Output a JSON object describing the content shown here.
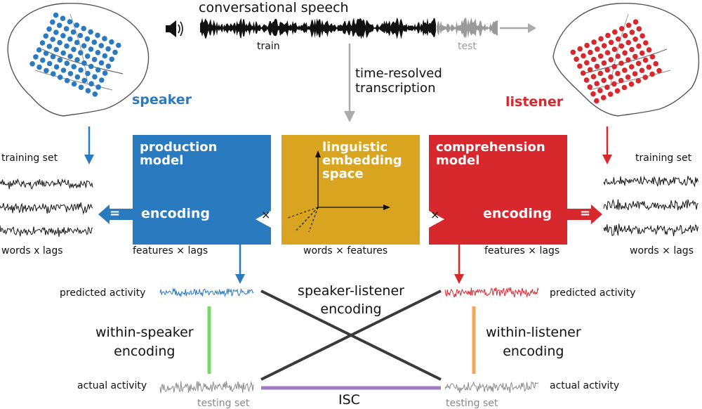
{
  "top": {
    "title": "conversational speech",
    "train_label": "train",
    "test_label": "test",
    "transcription_label": "time-resolved\ntranscription"
  },
  "speaker": {
    "label": "speaker",
    "training_set_label": "training set",
    "words_lags_label": "words x lags",
    "box_title": "production\nmodel",
    "encoding_label": "encoding",
    "equals_symbol": "=",
    "times_symbol": "×",
    "features_lags_label": "features × lags",
    "predicted_label": "predicted activity",
    "actual_label": "actual activity",
    "testing_set_label": "testing set",
    "within_label": "within-speaker\nencoding"
  },
  "embedding": {
    "box_title": "linguistic\nembedding\nspace",
    "words_features_label": "words × features"
  },
  "listener": {
    "label": "listener",
    "training_set_label": "training set",
    "words_lags_label": "words × lags",
    "box_title": "comprehension\nmodel",
    "encoding_label": "encoding",
    "equals_symbol": "=",
    "times_symbol": "×",
    "features_lags_label": "features × lags",
    "predicted_label": "predicted activity",
    "actual_label": "actual activity",
    "testing_set_label": "testing set",
    "within_label": "within-listener\nencoding"
  },
  "cross": {
    "speaker_listener_label": "speaker-listener\nencoding",
    "isc_label": "ISC"
  },
  "colors": {
    "speaker_blue": "#2a7abf",
    "listener_red": "#d7282e",
    "embedding_gold": "#d9a520",
    "within_speaker_green": "#78d96a",
    "within_listener_orange": "#f5a55a",
    "isc_purple": "#a07cc5",
    "cross_line": "#3a3a3a",
    "test_gray": "#9a9a9a"
  }
}
